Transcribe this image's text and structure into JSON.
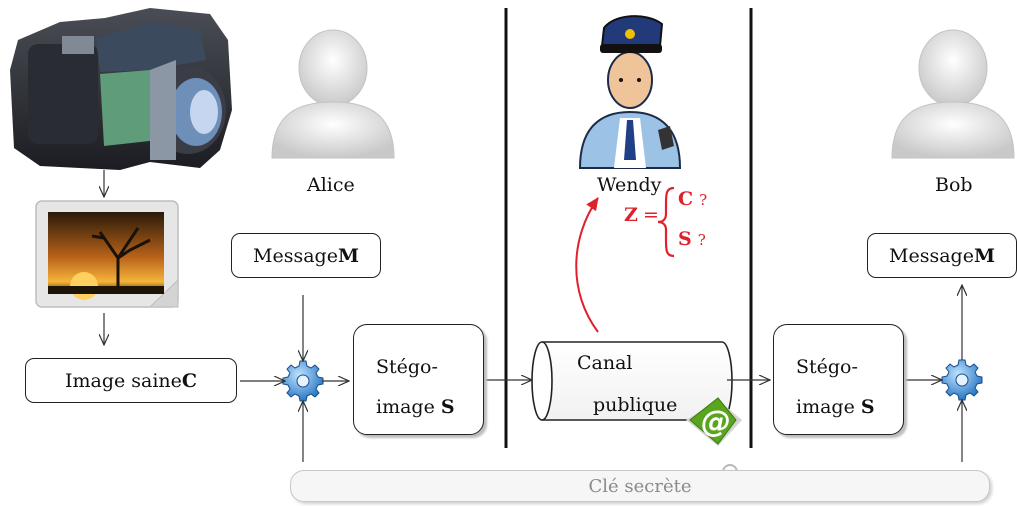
{
  "actors": {
    "alice": "Alice",
    "wendy": "Wendy",
    "bob": "Bob"
  },
  "nodes": {
    "message_left": {
      "text": "Message ",
      "bold": "M"
    },
    "cover_image": {
      "text": "Image saine ",
      "bold": "C"
    },
    "stego_left": {
      "line1": "Stégo-",
      "line2": "image ",
      "bold": "S"
    },
    "channel": {
      "line1": "Canal",
      "line2": "publique"
    },
    "stego_right": {
      "line1": "Stégo-",
      "line2": "image ",
      "bold": "S"
    },
    "message_right": {
      "text": "Message ",
      "bold": "M"
    },
    "secret_key": "Clé secrète"
  },
  "wendy_decision": {
    "var": "Z",
    "eq": "=",
    "option1": "C",
    "option2": "S",
    "q": "?"
  },
  "colors": {
    "accent_red": "#e0202a",
    "gear_blue": "#2f86d6",
    "badge_green": "#5aa51e",
    "key_bar_text": "#8a8a8a"
  },
  "icons": [
    "camera-icon",
    "photo-icon",
    "user-silhouette-icon",
    "police-officer-icon",
    "gear-icon",
    "at-badge-icon",
    "keys-icon"
  ]
}
